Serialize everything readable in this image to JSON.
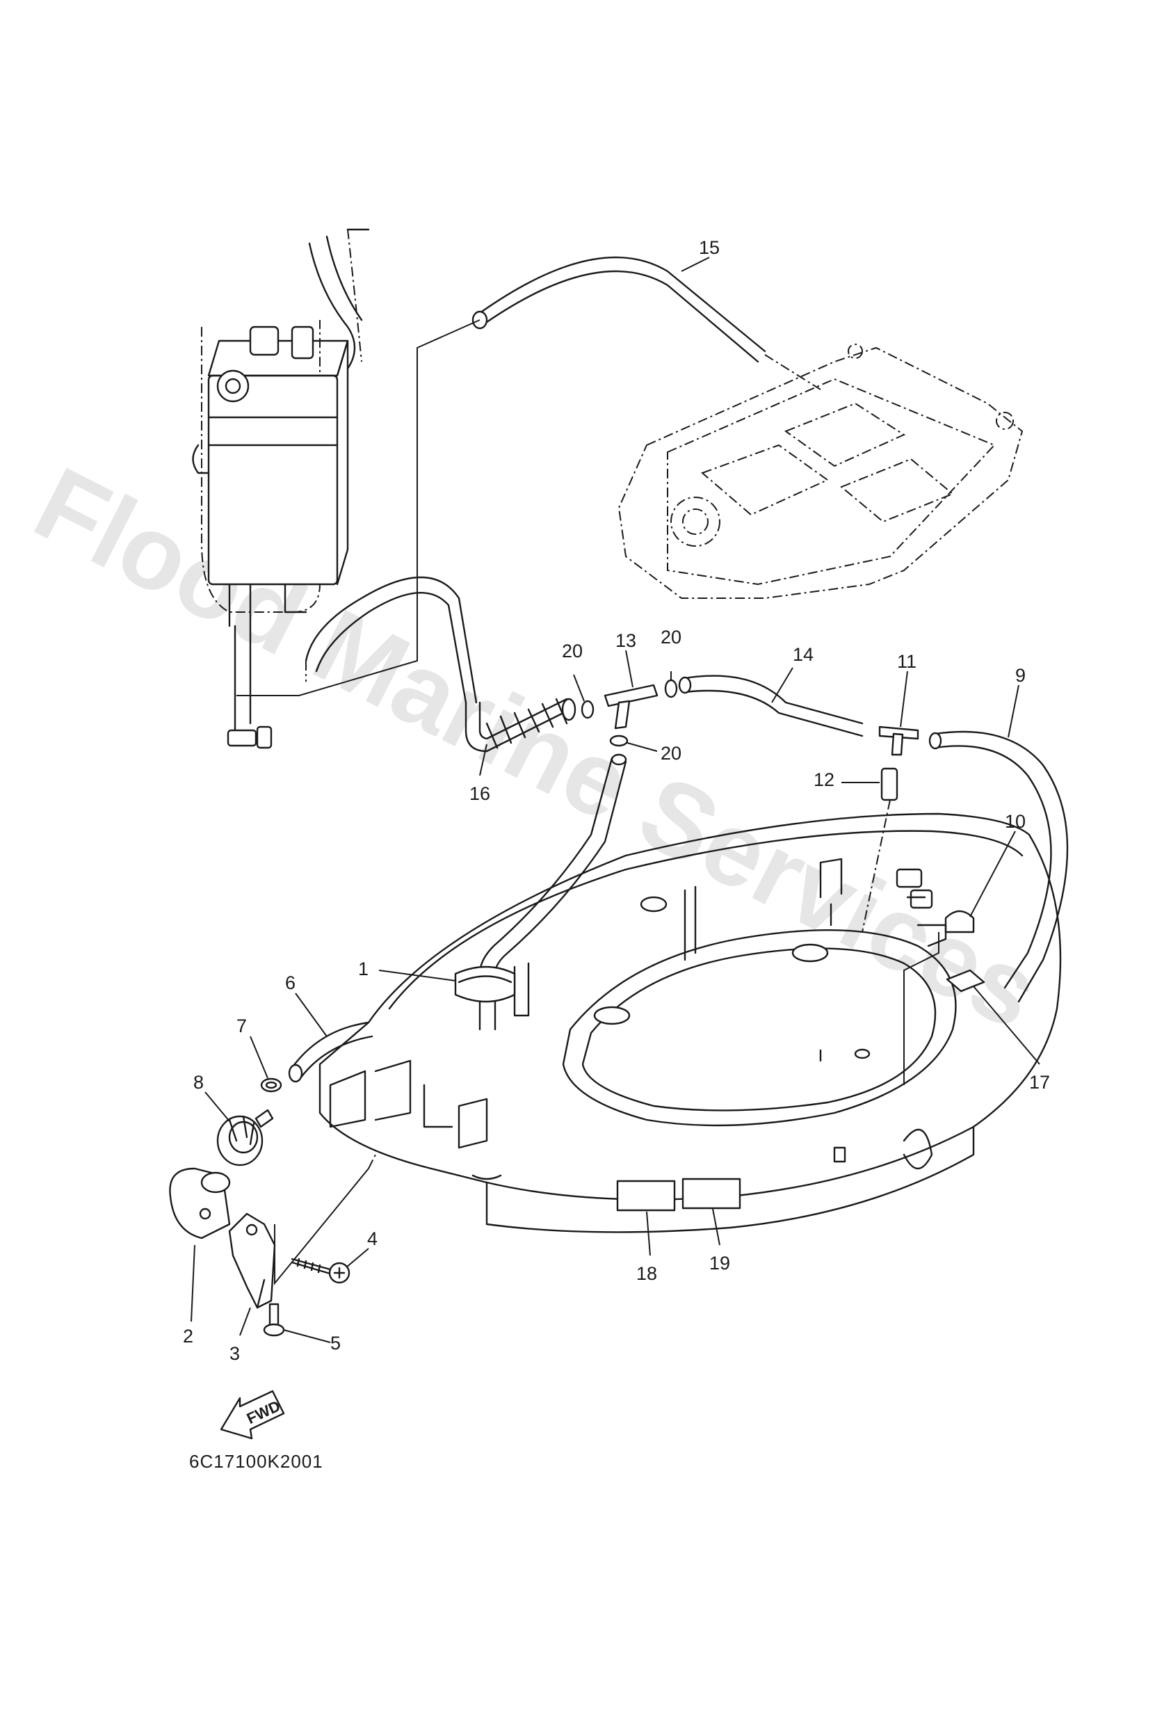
{
  "watermark": "Flood Marine Services",
  "diagram_code": "6C17100K2001",
  "fwd_label": "FWD",
  "callouts": [
    {
      "id": "c1",
      "label": "1"
    },
    {
      "id": "c2",
      "label": "2"
    },
    {
      "id": "c3",
      "label": "3"
    },
    {
      "id": "c4",
      "label": "4"
    },
    {
      "id": "c5",
      "label": "5"
    },
    {
      "id": "c6",
      "label": "6"
    },
    {
      "id": "c7",
      "label": "7"
    },
    {
      "id": "c8",
      "label": "8"
    },
    {
      "id": "c9",
      "label": "9"
    },
    {
      "id": "c10",
      "label": "10"
    },
    {
      "id": "c11",
      "label": "11"
    },
    {
      "id": "c12",
      "label": "12"
    },
    {
      "id": "c13",
      "label": "13"
    },
    {
      "id": "c14",
      "label": "14"
    },
    {
      "id": "c15",
      "label": "15"
    },
    {
      "id": "c16",
      "label": "16"
    },
    {
      "id": "c17",
      "label": "17"
    },
    {
      "id": "c18",
      "label": "18"
    },
    {
      "id": "c19",
      "label": "19"
    },
    {
      "id": "c20a",
      "label": "20"
    },
    {
      "id": "c20b",
      "label": "20"
    },
    {
      "id": "c20c",
      "label": "20"
    }
  ]
}
